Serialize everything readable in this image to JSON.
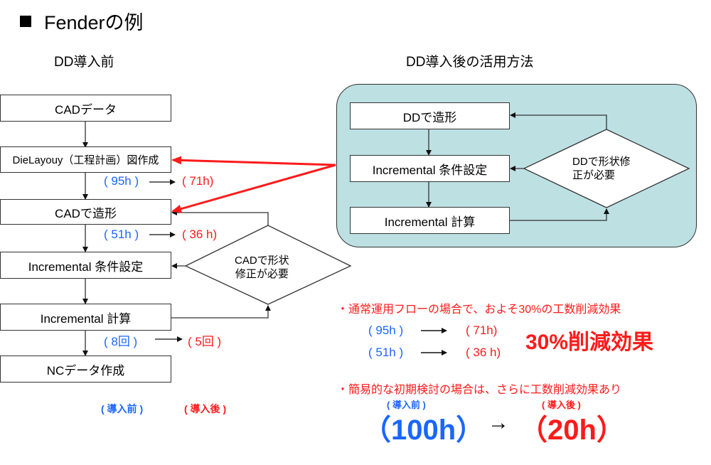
{
  "page": {
    "title": "Fenderの例",
    "title_bullet_icon": "black-square-bullet"
  },
  "before": {
    "heading": "DD導入前",
    "steps": [
      "CADデータ",
      "DieLayouy（工程計画）図作成",
      "CADで造形",
      "Incremental 条件設定",
      "Incremental 計算",
      "NCデータ作成"
    ],
    "decision": [
      "CADで形状",
      "修正が必要"
    ],
    "comparisons": [
      {
        "before": "(  95h )",
        "after": "(  71h)"
      },
      {
        "before": "(  51h )",
        "after": "(  36 h)"
      },
      {
        "before": "(  8回 )",
        "after": "( 5回 )"
      }
    ],
    "legend_before": "( 導入前 )",
    "legend_after": "( 導入後 )"
  },
  "after": {
    "heading": "DD導入後の活用方法",
    "steps": [
      "DDで造形",
      "Incremental 条件設定",
      "Incremental 計算"
    ],
    "decision": [
      "DDで形状修",
      "正が必要"
    ]
  },
  "summary": {
    "note1": "・通常運用フローの場合で、およそ30%の工数削減効果",
    "rows": [
      {
        "before": "(  95h )",
        "after": "(  71h)"
      },
      {
        "before": "(  51h )",
        "after": "(  36 h)"
      }
    ],
    "effect": "30%削減効果",
    "note2": "・簡易的な初期検討の場合は、さらに工数削減効果あり",
    "label_before": "( 導入前 )",
    "label_after": "( 導入後 )",
    "big_before": "（100h）",
    "big_after": "（20h）",
    "big_arrow": "→"
  },
  "colors": {
    "blue": "#1a66ff",
    "red": "#ff1a1a",
    "panel_bg": "#bde0e3",
    "line": "#333333"
  }
}
